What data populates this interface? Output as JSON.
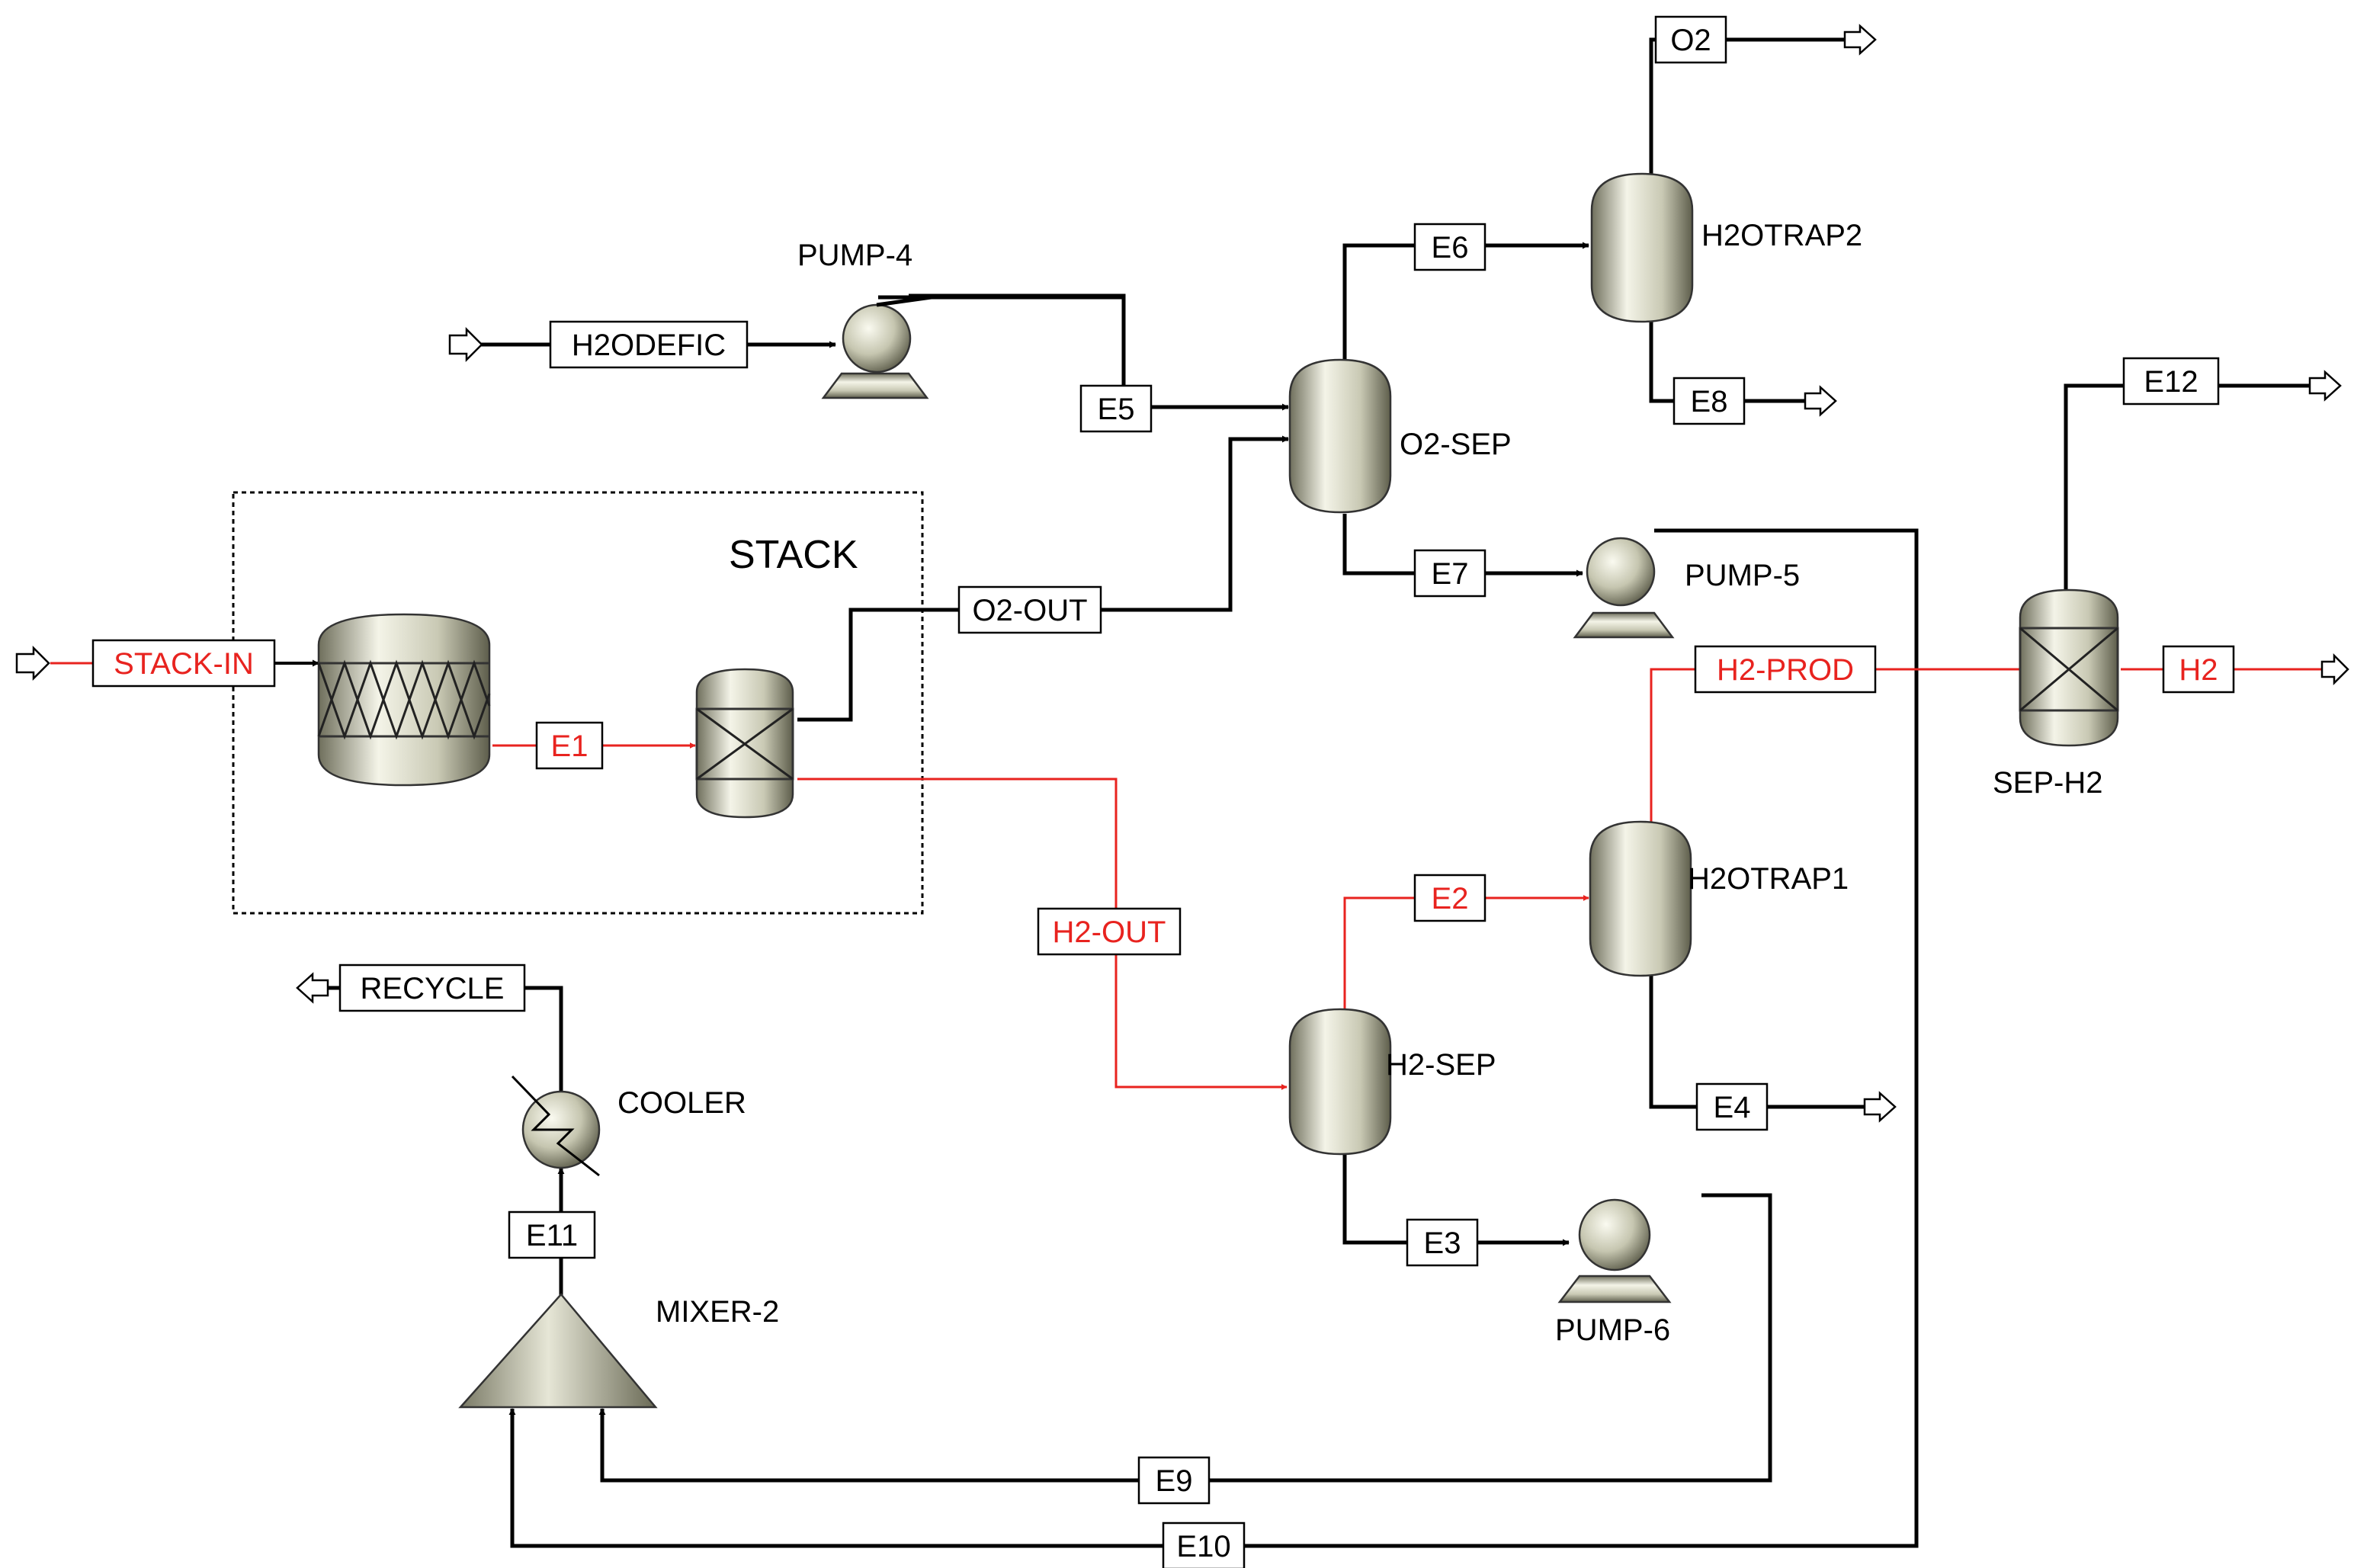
{
  "colors": {
    "material_stream": "#000000",
    "hydrogen_stream": "#e8231f",
    "equipment": "#d7d7c4",
    "background": "#ffffff"
  },
  "hierarchy_label": "STACK",
  "blocks": {
    "pump4": "PUMP-4",
    "pump5": "PUMP-5",
    "pump6": "PUMP-6",
    "o2sep": "O2-SEP",
    "h2sep": "H2-SEP",
    "h2otrap1": "H2OTRAP1",
    "h2otrap2": "H2OTRAP2",
    "seph2": "SEP-H2",
    "cooler": "COOLER",
    "mixer2": "MIXER-2"
  },
  "streams": {
    "stack_in": "STACK-IN",
    "e1": "E1",
    "o2_out": "O2-OUT",
    "h2_out": "H2-OUT",
    "h2odefic": "H2ODEFIC",
    "e5": "E5",
    "e6": "E6",
    "e7": "E7",
    "e8": "E8",
    "o2": "O2",
    "e2": "E2",
    "e3": "E3",
    "e4": "E4",
    "h2_prod": "H2-PROD",
    "h2": "H2",
    "e12": "E12",
    "e9": "E9",
    "e10": "E10",
    "e11": "E11",
    "recycle": "RECYCLE"
  }
}
